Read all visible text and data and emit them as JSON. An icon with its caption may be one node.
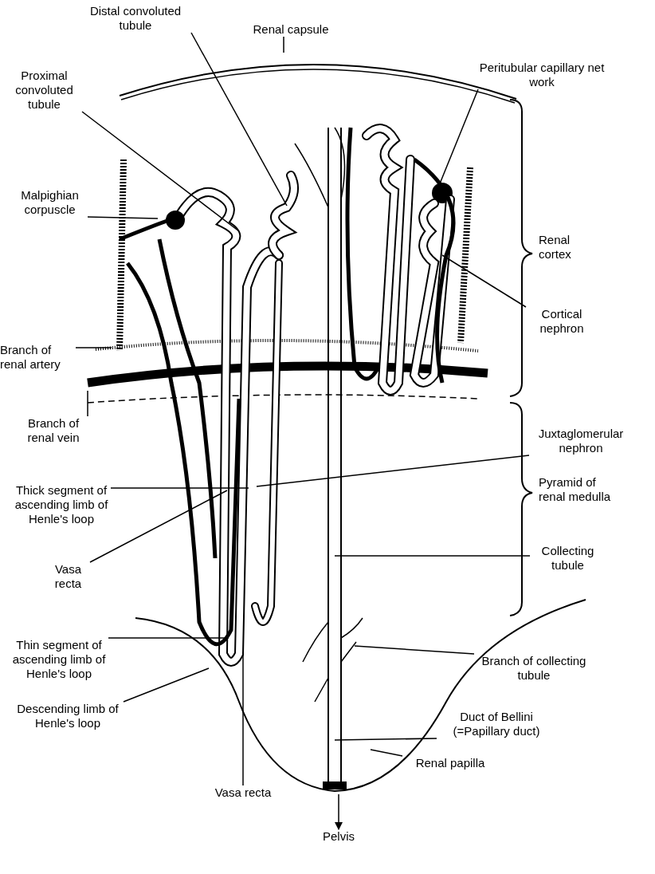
{
  "diagram": {
    "nodes": [
      {
        "text": [
          "Distal convoluted tubule"
        ]
      },
      {
        "text": [
          "Renal capsule"
        ]
      },
      {
        "text": [
          "Peritubular capillary net work"
        ]
      },
      {
        "text": [
          "Proximal convoluted tubule"
        ]
      },
      {
        "text": [
          "Malpighian corpuscle"
        ]
      },
      {
        "text": [
          "Renal cortex"
        ]
      },
      {
        "text": [
          "Cortical nephron"
        ]
      },
      {
        "text": [
          "Branch of renal artery"
        ]
      },
      {
        "text": [
          "Branch of renal vein"
        ]
      },
      {
        "text": [
          "Juxtaglomerular nephron"
        ]
      },
      {
        "text": [
          "Pyramid of renal medulla"
        ]
      },
      {
        "text": [
          "Thick segment of ascending limb of Henle's loop"
        ]
      },
      {
        "text": [
          "Collecting tubule"
        ]
      },
      {
        "text": [
          "Vasa recta"
        ]
      },
      {
        "text": [
          "Thin segment of ascending limb of Henle's loop"
        ]
      },
      {
        "text": [
          "Branch of collecting tubule"
        ]
      },
      {
        "text": [
          "Descending limb of Henle's loop"
        ]
      },
      {
        "text": [
          "Duct of Bellini (=Papillary duct)"
        ]
      },
      {
        "text": [
          "Renal papilla"
        ]
      },
      {
        "text": [
          "Vasa recta"
        ]
      },
      {
        "text": [
          "Pelvis"
        ]
      }
    ],
    "edges": [
      {
        "from": 0,
        "to": null,
        "arrow": "none"
      },
      {
        "from": 1,
        "to": null,
        "arrow": "none"
      },
      {
        "from": 2,
        "to": null,
        "arrow": "none"
      },
      {
        "from": 3,
        "to": null,
        "arrow": "none"
      },
      {
        "from": 4,
        "to": null,
        "arrow": "none"
      },
      {
        "from": 6,
        "to": null,
        "arrow": "none"
      },
      {
        "from": 7,
        "to": null,
        "arrow": "none"
      },
      {
        "from": 8,
        "to": null,
        "arrow": "none"
      },
      {
        "from": 9,
        "to": null,
        "arrow": "none"
      },
      {
        "from": 11,
        "to": null,
        "arrow": "none"
      },
      {
        "from": 12,
        "to": null,
        "arrow": "none"
      },
      {
        "from": 13,
        "to": null,
        "arrow": "none"
      },
      {
        "from": 14,
        "to": null,
        "arrow": "none"
      },
      {
        "from": 15,
        "to": null,
        "arrow": "none"
      },
      {
        "from": 16,
        "to": null,
        "arrow": "none"
      },
      {
        "from": 17,
        "to": null,
        "arrow": "none"
      },
      {
        "from": 18,
        "to": null,
        "arrow": "none"
      },
      {
        "from": 19,
        "to": null,
        "arrow": "none"
      },
      {
        "from": null,
        "to": 20,
        "arrow": "to"
      }
    ]
  }
}
